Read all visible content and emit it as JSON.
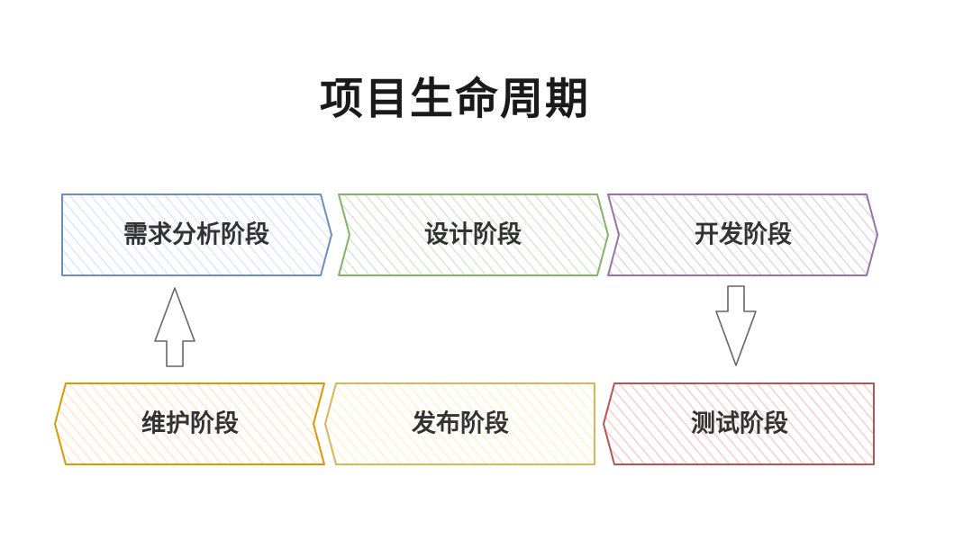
{
  "title": "项目生命周期",
  "stages": [
    {
      "id": "requirements",
      "label": "需求分析阶段",
      "direction": "right",
      "stroke": "#6c8ebf",
      "fill": "#dae8fc"
    },
    {
      "id": "design",
      "label": "设计阶段",
      "direction": "right",
      "stroke": "#82b366",
      "fill": "#d5e8d4"
    },
    {
      "id": "development",
      "label": "开发阶段",
      "direction": "right",
      "stroke": "#9673a6",
      "fill": "#e1d5e7"
    },
    {
      "id": "maintenance",
      "label": "维护阶段",
      "direction": "left",
      "stroke": "#d79b00",
      "fill": "#ffe6cc"
    },
    {
      "id": "release",
      "label": "发布阶段",
      "direction": "left",
      "stroke": "#d6b656",
      "fill": "#fff2cc"
    },
    {
      "id": "testing",
      "label": "测试阶段",
      "direction": "left",
      "stroke": "#b85450",
      "fill": "#f8cecc"
    }
  ],
  "connectors": [
    {
      "from": "maintenance",
      "to": "requirements",
      "direction": "up",
      "stroke": "#666666"
    },
    {
      "from": "development",
      "to": "testing",
      "direction": "down",
      "stroke": "#666666"
    }
  ]
}
